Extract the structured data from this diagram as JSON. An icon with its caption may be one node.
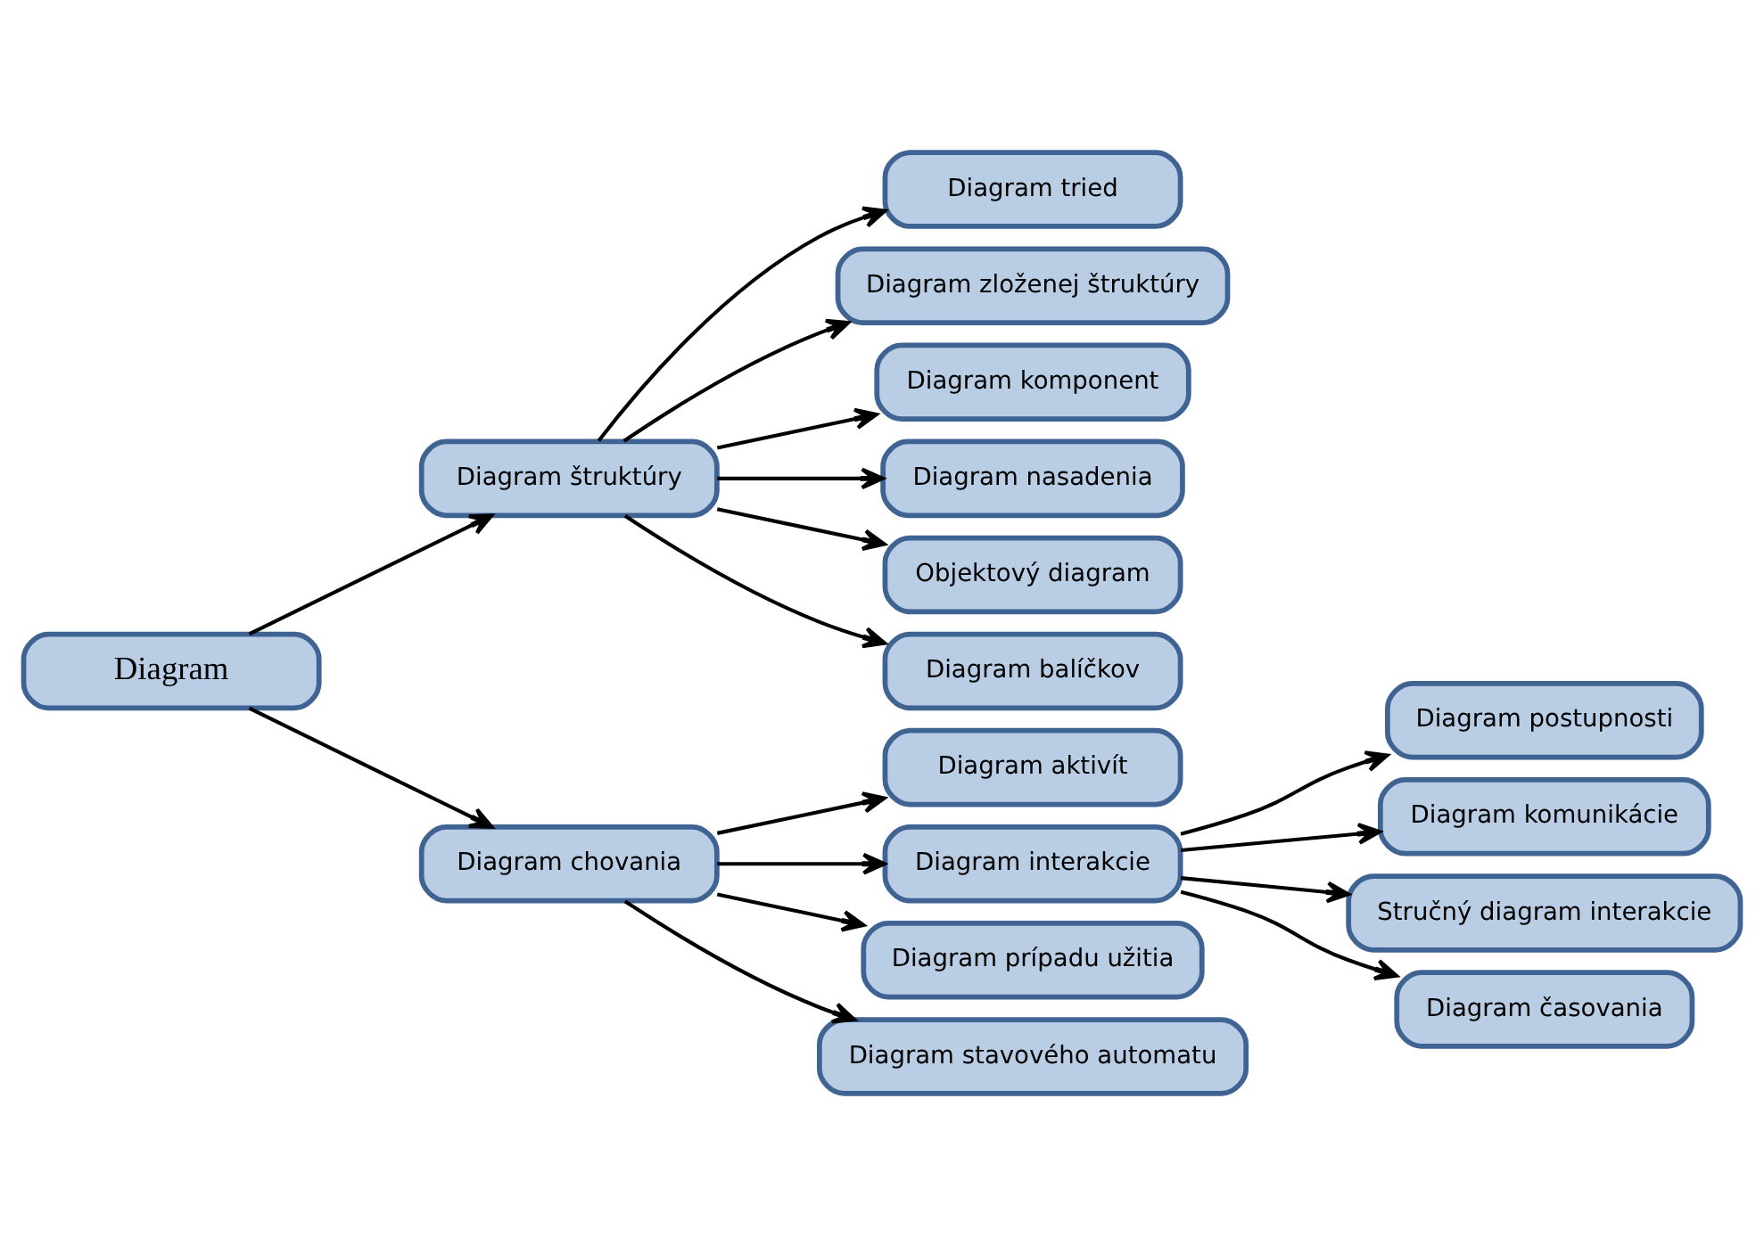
{
  "diagram": {
    "nodes": [
      {
        "text": [
          "Diagram"
        ]
      },
      {
        "text": [
          "Diagram štruktúry"
        ]
      },
      {
        "text": [
          "Diagram chovania"
        ]
      },
      {
        "text": [
          "Diagram tried"
        ]
      },
      {
        "text": [
          "Diagram zloženej štruktúry"
        ]
      },
      {
        "text": [
          "Diagram komponent"
        ]
      },
      {
        "text": [
          "Diagram nasadenia"
        ]
      },
      {
        "text": [
          "Objektový diagram"
        ]
      },
      {
        "text": [
          "Diagram balíčkov"
        ]
      },
      {
        "text": [
          "Diagram aktivít"
        ]
      },
      {
        "text": [
          "Diagram interakcie"
        ]
      },
      {
        "text": [
          "Diagram prípadu užitia"
        ]
      },
      {
        "text": [
          "Diagram stavového automatu"
        ]
      },
      {
        "text": [
          "Diagram postupnosti"
        ]
      },
      {
        "text": [
          "Diagram komunikácie"
        ]
      },
      {
        "text": [
          "Stručný diagram interakcie"
        ]
      },
      {
        "text": [
          "Diagram časovania"
        ]
      }
    ],
    "edges": [
      {
        "from": 0,
        "to": 1,
        "arrow": "to"
      },
      {
        "from": 0,
        "to": 2,
        "arrow": "to"
      },
      {
        "from": 1,
        "to": 3,
        "arrow": "to"
      },
      {
        "from": 1,
        "to": 4,
        "arrow": "to"
      },
      {
        "from": 1,
        "to": 5,
        "arrow": "to"
      },
      {
        "from": 1,
        "to": 6,
        "arrow": "to"
      },
      {
        "from": 1,
        "to": 7,
        "arrow": "to"
      },
      {
        "from": 1,
        "to": 8,
        "arrow": "to"
      },
      {
        "from": 2,
        "to": 9,
        "arrow": "to"
      },
      {
        "from": 2,
        "to": 10,
        "arrow": "to"
      },
      {
        "from": 2,
        "to": 11,
        "arrow": "to"
      },
      {
        "from": 2,
        "to": 12,
        "arrow": "to"
      },
      {
        "from": 10,
        "to": 13,
        "arrow": "to"
      },
      {
        "from": 10,
        "to": 14,
        "arrow": "to"
      },
      {
        "from": 10,
        "to": 15,
        "arrow": "to"
      },
      {
        "from": 10,
        "to": 16,
        "arrow": "to"
      }
    ]
  }
}
